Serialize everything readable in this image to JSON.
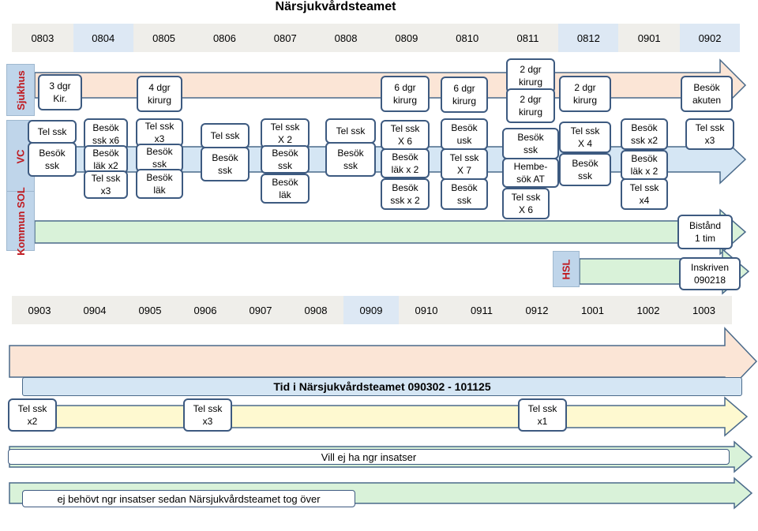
{
  "title": "Närsjukvårdsteamet",
  "months_top": [
    "0803",
    "0804",
    "0805",
    "0806",
    "0807",
    "0808",
    "0809",
    "0810",
    "0811",
    "0812",
    "0901",
    "0902"
  ],
  "months_bottom": [
    "0903",
    "0904",
    "0905",
    "0906",
    "0907",
    "0908",
    "0909",
    "0910",
    "0911",
    "0912",
    "1001",
    "1002",
    "1003"
  ],
  "bands": {
    "sjukhus": "Sjukhus",
    "vc": "VC",
    "kommun": "Kommun SOL",
    "hsl": "HSL"
  },
  "colors": {
    "band_blue": "#bfd5ea",
    "arrow_peach": "#fbe5d6",
    "arrow_green": "#d9f2d9",
    "arrow_yellow": "#fef9d0",
    "arrow_blue": "#d5e6f4",
    "outline": "#4a6a8a",
    "cell_gray": "#efeeea",
    "cell_blue": "#dde8f4",
    "red": "#c0181e"
  },
  "sjukhus_boxes": [
    [
      "3 dgr",
      "Kir."
    ],
    [
      "4 dgr",
      "kirurg"
    ],
    [
      "6 dgr",
      "kirurg"
    ],
    [
      "6 dgr",
      "kirurg"
    ],
    [
      "2 dgr",
      "kirurg"
    ],
    [
      "2 dgr",
      "kirurg"
    ],
    [
      "2 dgr",
      "kirurg"
    ],
    [
      "Besök",
      "akuten"
    ]
  ],
  "vc_boxes": [
    [
      "Tel ssk"
    ],
    [
      "Besök",
      "ssk"
    ],
    [
      "Besök",
      "ssk x6"
    ],
    [
      "Besök",
      "läk x2"
    ],
    [
      "Tel ssk",
      "x3"
    ],
    [
      "Tel ssk",
      "x3"
    ],
    [
      "Besök",
      "ssk"
    ],
    [
      "Besök",
      "läk"
    ],
    [
      "Tel ssk"
    ],
    [
      "Besök",
      "ssk"
    ],
    [
      "Tel ssk",
      "X 2"
    ],
    [
      "Besök",
      "ssk"
    ],
    [
      "Besök",
      "läk"
    ],
    [
      "Tel ssk"
    ],
    [
      "Besök",
      "ssk"
    ],
    [
      "Tel ssk",
      "X 6"
    ],
    [
      "Besök",
      "läk x 2"
    ],
    [
      "Besök",
      "ssk x 2"
    ],
    [
      "Besök",
      "usk"
    ],
    [
      "Tel ssk",
      "X 7"
    ],
    [
      "Besök",
      "ssk"
    ],
    [
      "Besök",
      "ssk"
    ],
    [
      "Hembe-",
      "sök AT"
    ],
    [
      "Tel ssk",
      "X 6"
    ],
    [
      "Tel ssk",
      "X 4"
    ],
    [
      "Besök",
      "ssk"
    ],
    [
      "Besök",
      "ssk  x2"
    ],
    [
      "Besök",
      "läk x 2"
    ],
    [
      "Tel ssk",
      "x4"
    ],
    [
      "Tel ssk",
      "x3"
    ]
  ],
  "kommun_boxes": [
    [
      "Bistånd",
      "1 tim"
    ],
    [
      "Inskriven",
      "090218"
    ]
  ],
  "bottom": {
    "tid_label": "Tid i Närsjukvårdsteamet 090302 - 101125",
    "tel_boxes": [
      [
        "Tel ssk",
        "x2"
      ],
      [
        "Tel ssk",
        "x3"
      ],
      [
        "Tel ssk",
        "x1"
      ]
    ],
    "vill_label": "Vill ej ha ngr insatser",
    "behovt_label": "ej behövt ngr insatser sedan Närsjukvårdsteamet tog över"
  }
}
